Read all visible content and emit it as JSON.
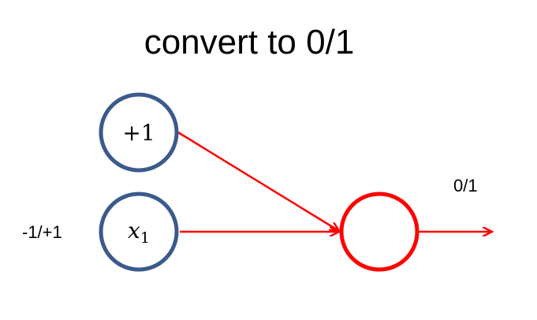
{
  "title": "convert to 0/1",
  "nodes": {
    "bias": {
      "label": "+1"
    },
    "input": {
      "symbol": "x",
      "subscript": "1",
      "range_label": "-1/+1"
    },
    "output": {
      "output_label": "0/1"
    }
  },
  "colors": {
    "input_stroke": "#3b5a8c",
    "output_stroke": "#ff0000",
    "edge": "#ff0000"
  }
}
